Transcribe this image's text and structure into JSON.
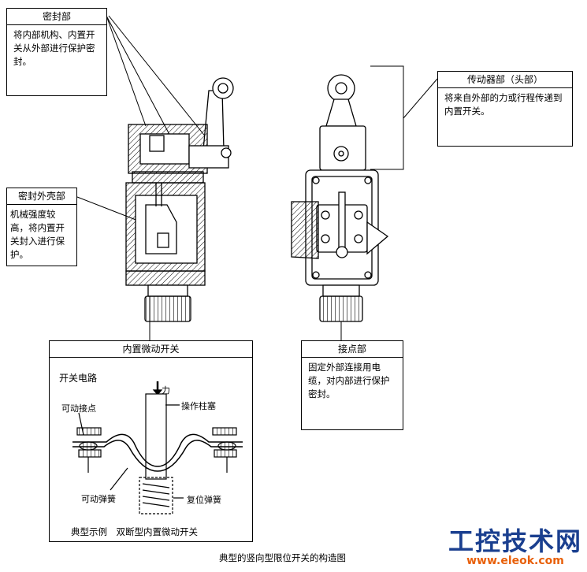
{
  "boxes": {
    "seal_part": {
      "title": "密封部",
      "text": "将内部机构、内置开关从外部进行保护密封。"
    },
    "seal_housing": {
      "title": "密封外壳部",
      "text": "机械强度较高，将内置开关封入进行保护。"
    },
    "actuator": {
      "title": "传动器部（头部）",
      "text": "将来自外部的力或行程传递到内置开关。"
    },
    "contact": {
      "title": "接点部",
      "text": "固定外部连接用电缆，对内部进行保护密封。"
    },
    "microswitch": {
      "title": "内置微动开关",
      "circuit_label": "开关电路",
      "force_label": "力",
      "plunger_label": "操作柱塞",
      "movable_contact_label": "可动接点",
      "movable_spring_label": "可动弹簧",
      "reset_spring_label": "复位弹簧",
      "caption": "典型示例　双断型内置微动开关"
    }
  },
  "figure_caption": "典型的竖向型限位开关的构造图",
  "brand": {
    "cn": "工控技术网",
    "en": "www.eleok.com"
  },
  "colors": {
    "line": "#000000",
    "brand_cn": "#1a3f8f",
    "brand_en": "#e8600a"
  }
}
